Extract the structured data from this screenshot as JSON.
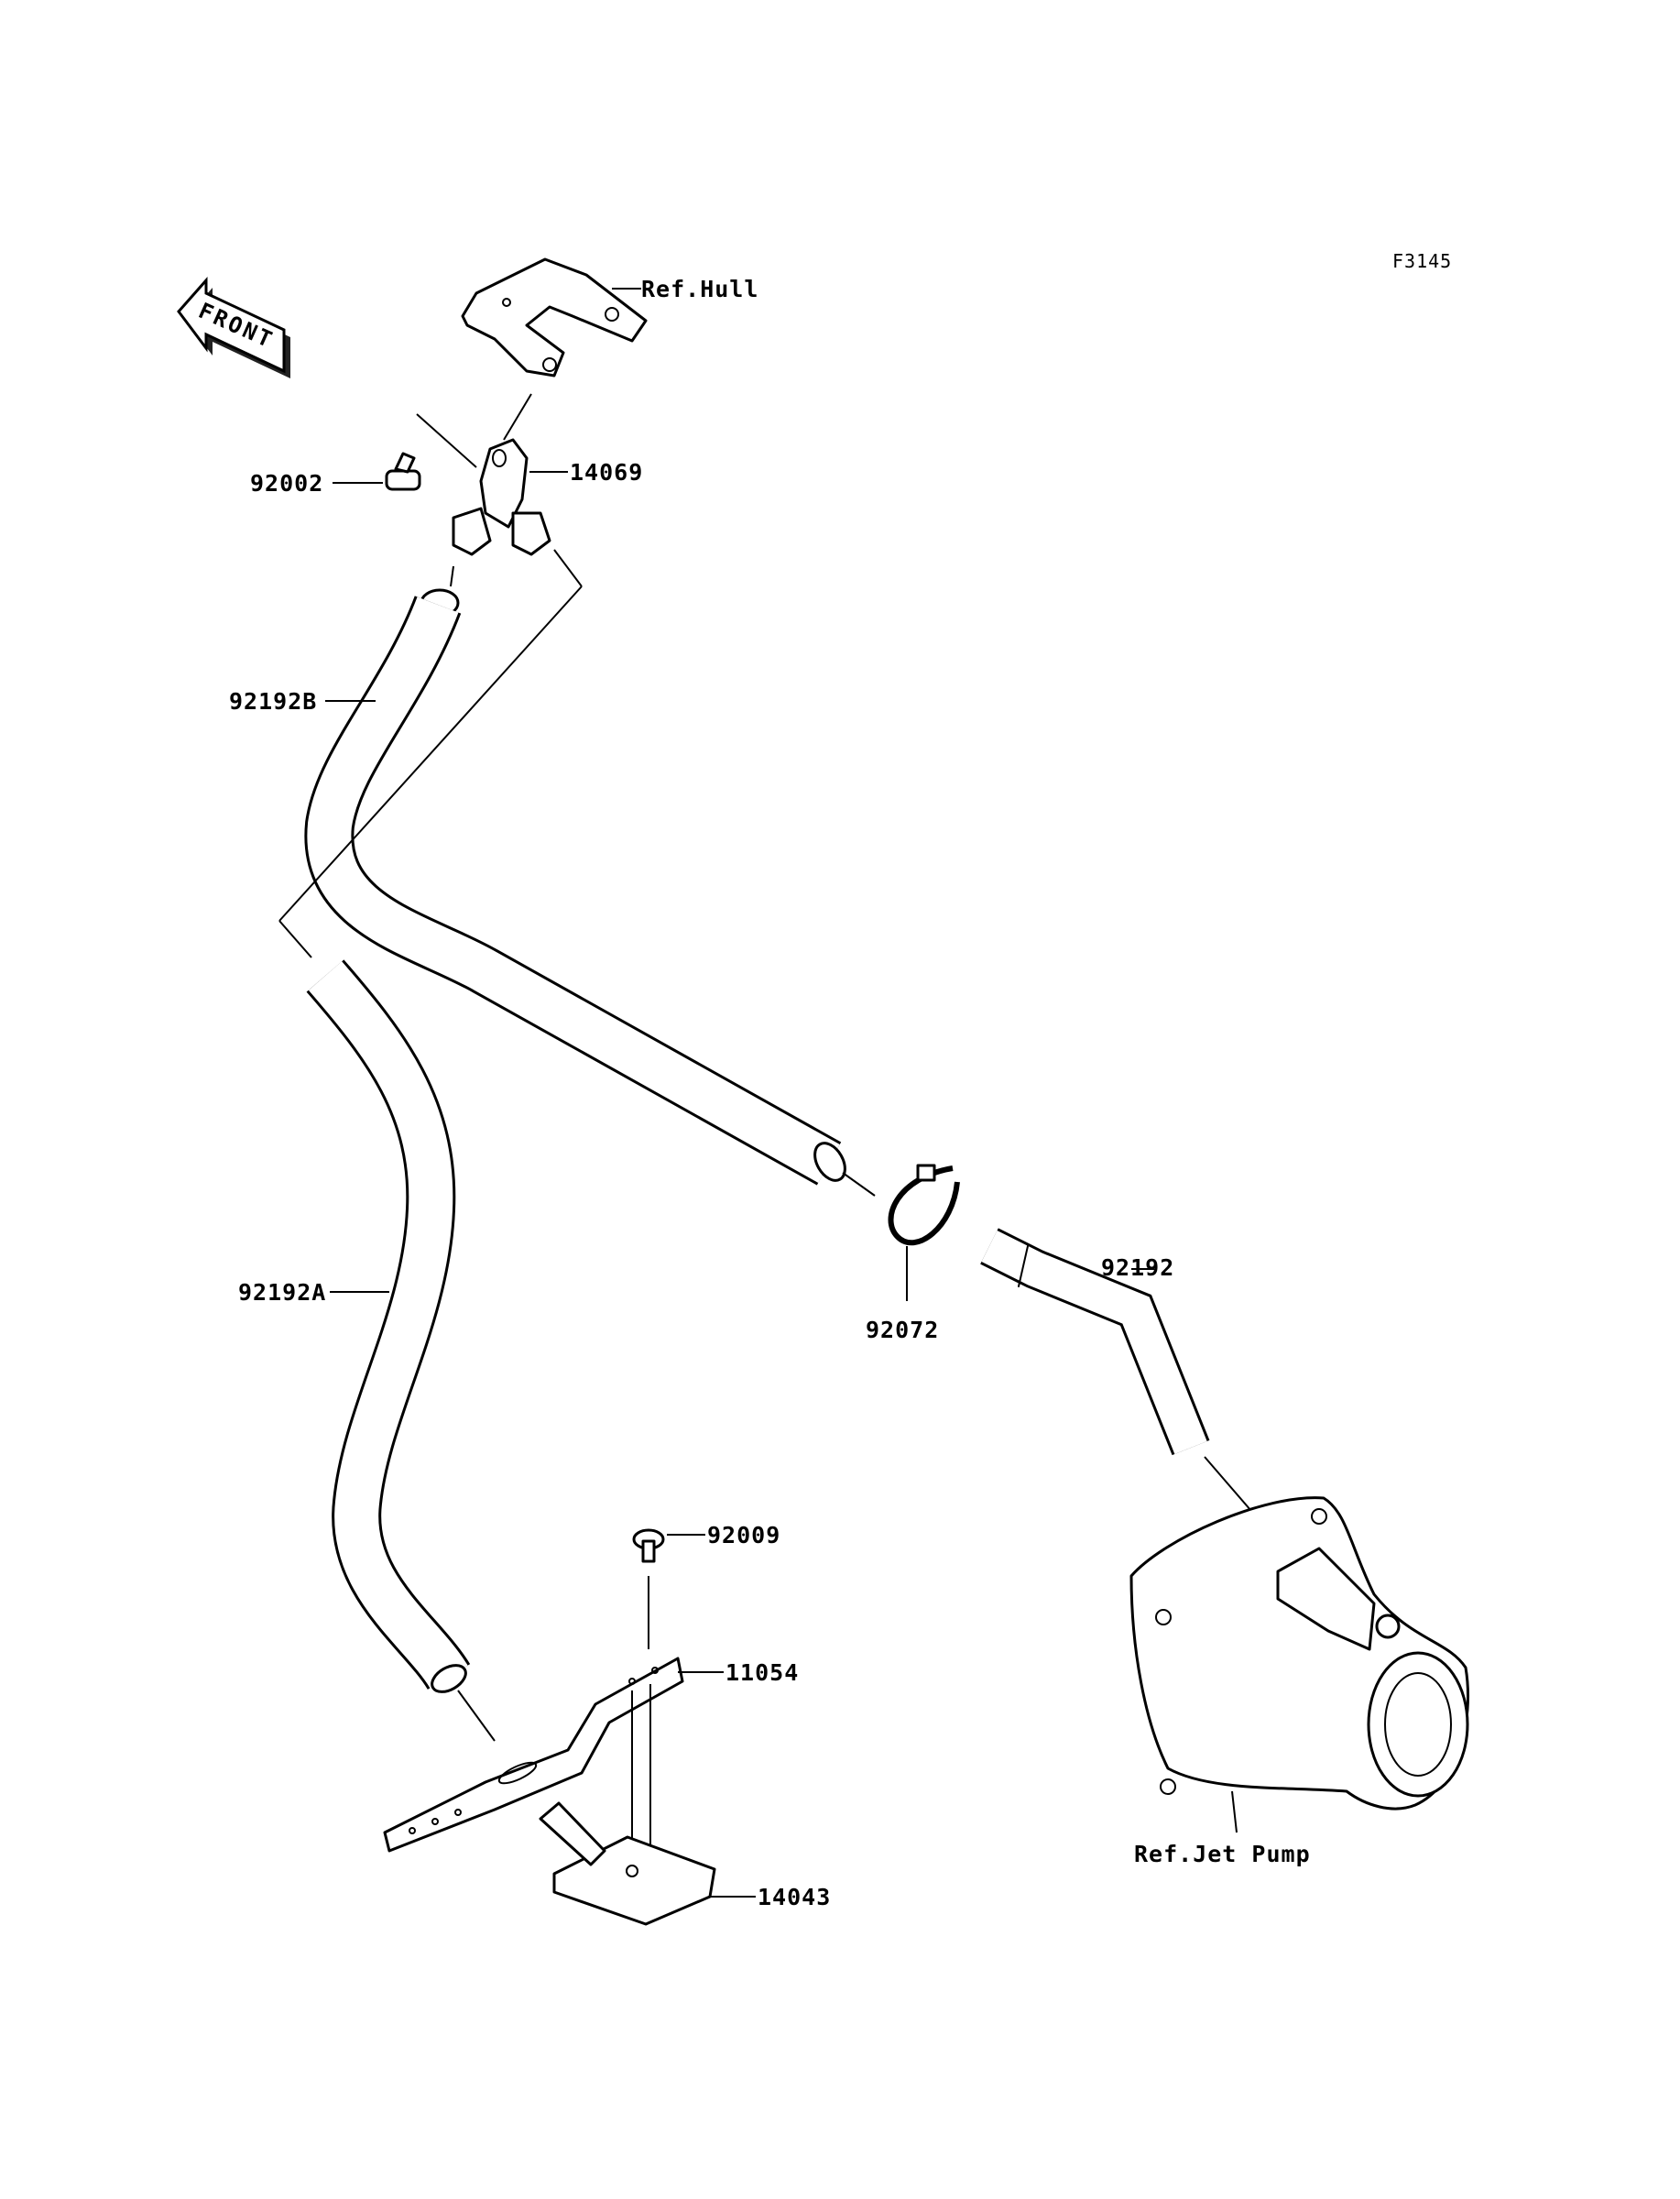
{
  "figure_code": "F3145",
  "front_label": "FRONT",
  "references": {
    "hull": "Ref.Hull",
    "jet_pump": "Ref.Jet Pump"
  },
  "parts": [
    {
      "id": "p14069",
      "number": "14069"
    },
    {
      "id": "p92002",
      "number": "92002"
    },
    {
      "id": "p92192B",
      "number": "92192B"
    },
    {
      "id": "p92192A",
      "number": "92192A"
    },
    {
      "id": "p92072",
      "number": "92072"
    },
    {
      "id": "p92192",
      "number": "92192"
    },
    {
      "id": "p92009",
      "number": "92009"
    },
    {
      "id": "p11054",
      "number": "11054"
    },
    {
      "id": "p14043",
      "number": "14043"
    }
  ]
}
